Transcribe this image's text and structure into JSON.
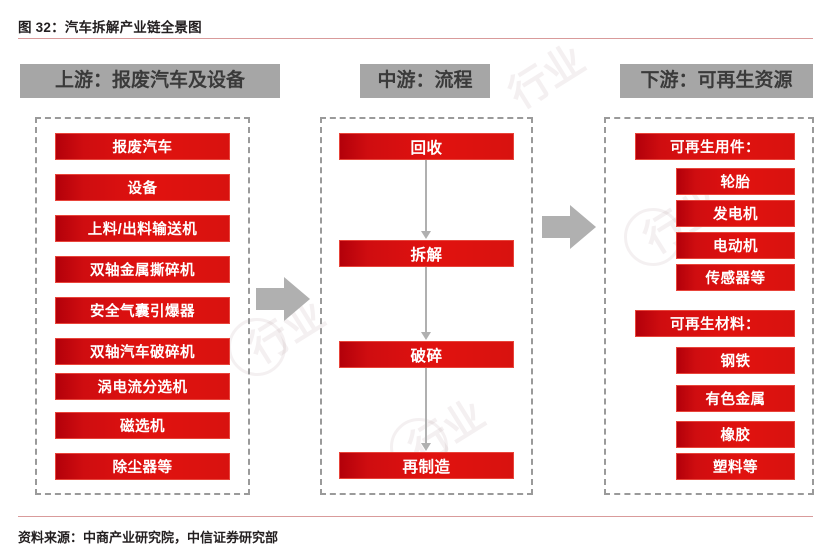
{
  "figure": {
    "title": "图 32：汽车拆解产业链全景图",
    "source": "资料来源：中商产业研究院，中信证券研究部",
    "watermark": "行业"
  },
  "colors": {
    "chip_red": "#d8120f",
    "chip_red_dark": "#b3000a",
    "header_gray": "#a6a6a6",
    "arrow_gray": "#b0b0b0",
    "rule_red": "#d99b9b",
    "text_dark": "#231f20"
  },
  "stages": [
    {
      "key": "upstream",
      "header": "上游：报废汽车及设备",
      "items": [
        {
          "label": "报废汽车"
        },
        {
          "label": "设备"
        },
        {
          "label": "上料/出料输送机"
        },
        {
          "label": "双轴金属撕碎机"
        },
        {
          "label": "安全气囊引爆器"
        },
        {
          "label": "双轴汽车破碎机"
        },
        {
          "label": "涡电流分选机"
        },
        {
          "label": "磁选机"
        },
        {
          "label": "除尘器等"
        }
      ]
    },
    {
      "key": "midstream",
      "header": "中游：流程",
      "items": [
        {
          "label": "回收"
        },
        {
          "label": "拆解"
        },
        {
          "label": "破碎"
        },
        {
          "label": "再制造"
        }
      ]
    },
    {
      "key": "downstream",
      "header": "下游：可再生资源",
      "groups": [
        {
          "title": "可再生用件：",
          "items": [
            {
              "label": "轮胎"
            },
            {
              "label": "发电机"
            },
            {
              "label": "电动机"
            },
            {
              "label": "传感器等"
            }
          ]
        },
        {
          "title": "可再生材料：",
          "items": [
            {
              "label": "钢铁"
            },
            {
              "label": "有色金属"
            },
            {
              "label": "橡胶"
            },
            {
              "label": "塑料等"
            }
          ]
        }
      ]
    }
  ],
  "flow_arrows": [
    {
      "from": "回收",
      "to": "拆解"
    },
    {
      "from": "拆解",
      "to": "破碎"
    },
    {
      "from": "破碎",
      "to": "再制造"
    }
  ],
  "stage_arrows": [
    {
      "from": "upstream",
      "to": "midstream",
      "direction": "right"
    },
    {
      "from": "midstream",
      "to": "downstream",
      "direction": "right"
    }
  ]
}
